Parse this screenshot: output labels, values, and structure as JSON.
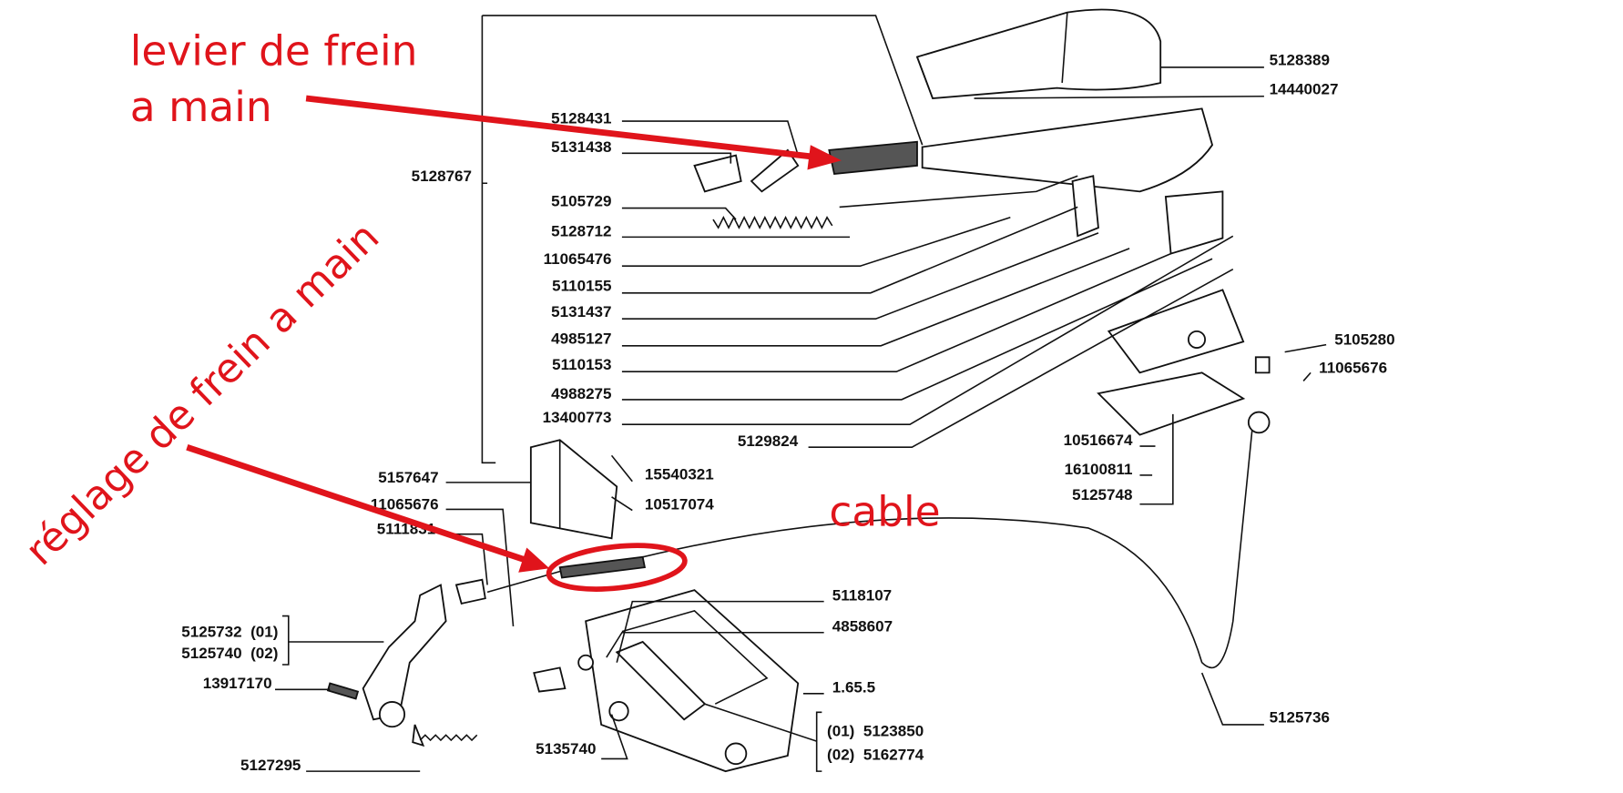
{
  "annotations": {
    "lever_line1": "levier de frein",
    "lever_line2": "a main",
    "adjust": "réglage de frein a main",
    "cable": "cable",
    "color": "#e0141b"
  },
  "parts": {
    "p5128389": "5128389",
    "p14440027": "14440027",
    "p5128431": "5128431",
    "p5131438": "5131438",
    "p5128767": "5128767",
    "p5105729": "5105729",
    "p5128712": "5128712",
    "p11065476": "11065476",
    "p5110155": "5110155",
    "p5131437": "5131437",
    "p4985127": "4985127",
    "p5110153": "5110153",
    "p4988275": "4988275",
    "p13400773": "13400773",
    "p5129824": "5129824",
    "p15540321": "15540321",
    "p10517074": "10517074",
    "p5157647": "5157647",
    "p11065676a": "11065676",
    "p5111831": "5111831",
    "p5105280": "5105280",
    "p11065676b": "11065676",
    "p10516674": "10516674",
    "p16100811": "16100811",
    "p5125748": "5125748",
    "p5118107": "5118107",
    "p4858607": "4858607",
    "p1655": "1.65.5",
    "p5123850": "(01)  5123850",
    "p5162774": "(02)  5162774",
    "p5125732": "5125732  (01)",
    "p5125740": "5125740  (02)",
    "p13917170": "13917170",
    "p5127295": "5127295",
    "p5135740": "5135740",
    "p5125736": "5125736"
  }
}
